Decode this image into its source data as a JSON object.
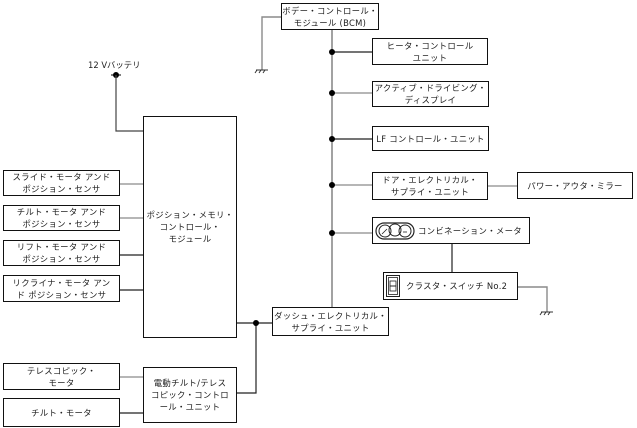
{
  "diagram": {
    "battery_label": "12 Vバッテリ",
    "nodes": {
      "bcm": "ボデー・コントロール・\nモジュール (BCM)",
      "heater": "ヒータ・コントロール\nユニット",
      "active_display": "アクティブ・ドライビング・\nディスプレイ",
      "lf": "LF コントロール・ユニット",
      "door": "ドア・エレクトリカル・\nサプライ・ユニット",
      "mirror": "パワー・アウタ・ミラー",
      "meter": "コンビネーション・メータ",
      "cluster_switch": "クラスタ・スイッチ No.2",
      "dash": "ダッシュ・エレクトリカル・\nサプライ・ユニット",
      "pos_memory": "ポジション・メモリ・\nコントロール・\nモジュール",
      "slide": "スライド・モータ アンド\nポジション・センサ",
      "tilt_sensor": "チルト・モータ アンド\nポジション・センサ",
      "lift": "リフト・モータ アンド\nポジション・センサ",
      "recliner": "リクライナ・モータ アン\nド ポジション・センサ",
      "telescopic": "テレスコピック・\nモータ",
      "tilt_motor": "チルト・モータ",
      "tilt_tele_unit": "電動チルト/テレス\nコピック・コントロ\nール・ユニット"
    },
    "icons": {
      "meter": "combination-meter-icon",
      "cluster_switch": "switch-icon",
      "ground": "ground-icon",
      "junction": "junction-dot-icon"
    },
    "colors": {
      "box_border": "#111111",
      "wire_dark": "#222222",
      "wire_gray": "#8a8a8a"
    }
  }
}
